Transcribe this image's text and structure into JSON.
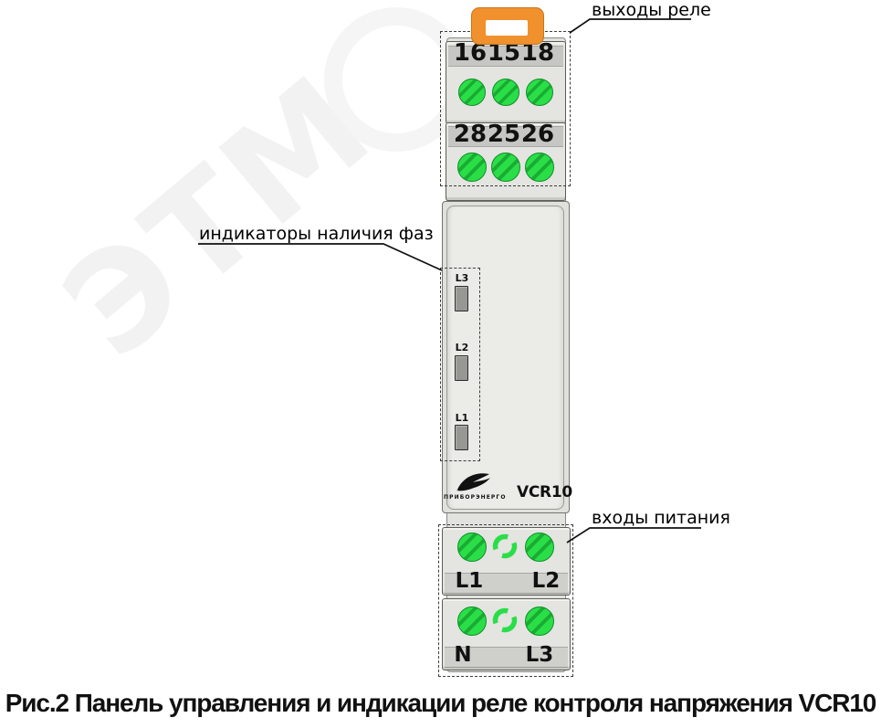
{
  "watermark": {
    "text": "ЭТМ"
  },
  "callouts": {
    "relay_outputs": {
      "label": "выходы реле"
    },
    "phase_indicators": {
      "label": "индикаторы наличия фаз"
    },
    "power_inputs": {
      "label": "входы питания"
    }
  },
  "device": {
    "model": "VCR10",
    "brand": "ПРИБОРЭНЕРГО",
    "relay_terminals": {
      "row1": [
        "16",
        "15",
        "18"
      ],
      "row2": [
        "28",
        "25",
        "26"
      ]
    },
    "phase_leds": [
      "L3",
      "L2",
      "L1"
    ],
    "power_terminals": {
      "row1": [
        "L1",
        "L2"
      ],
      "row2": [
        "N",
        "L3"
      ]
    }
  },
  "caption": "Рис.2 Панель управления и индикации реле контроля напряжения VCR10",
  "colors": {
    "terminal_green": "#2ade48",
    "clip_orange": "#f0912d"
  }
}
